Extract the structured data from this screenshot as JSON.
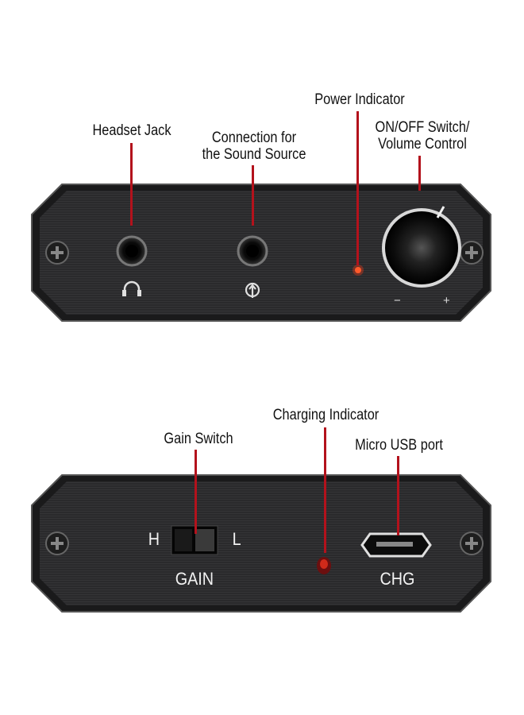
{
  "front_panel": {
    "callouts": {
      "headset_jack": "Headset Jack",
      "sound_source_line1": "Connection for",
      "sound_source_line2": "the Sound Source",
      "power_indicator": "Power Indicator",
      "switch_line1": "ON/OFF Switch/",
      "switch_line2": "Volume Control"
    },
    "knob_minus": "−",
    "knob_plus": "+",
    "icons": [
      "headphones-icon",
      "input-arrow-icon",
      "screw-icon"
    ]
  },
  "back_panel": {
    "callouts": {
      "gain_switch": "Gain Switch",
      "charging_indicator": "Charging Indicator",
      "micro_usb": "Micro USB port"
    },
    "gain_h": "H",
    "gain_l": "L",
    "gain_label": "GAIN",
    "usb_label": "CHG"
  },
  "colors": {
    "leader": "#b3121c",
    "panel": "#2b2b2d",
    "indicator": "#ff3b1a"
  }
}
